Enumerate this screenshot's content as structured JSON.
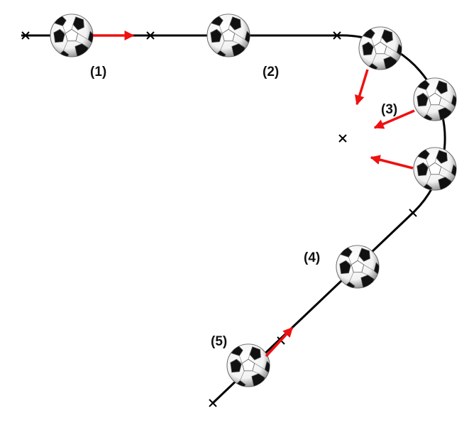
{
  "labels": {
    "stage1": "(1)",
    "stage2": "(2)",
    "stage3": "(3)",
    "stage4": "(4)",
    "stage5": "(5)"
  },
  "colors": {
    "track": "#000000",
    "arrow": "#ee1111"
  },
  "icons": {
    "ball": "soccer-ball-icon",
    "marker": "cross-marker-icon"
  }
}
